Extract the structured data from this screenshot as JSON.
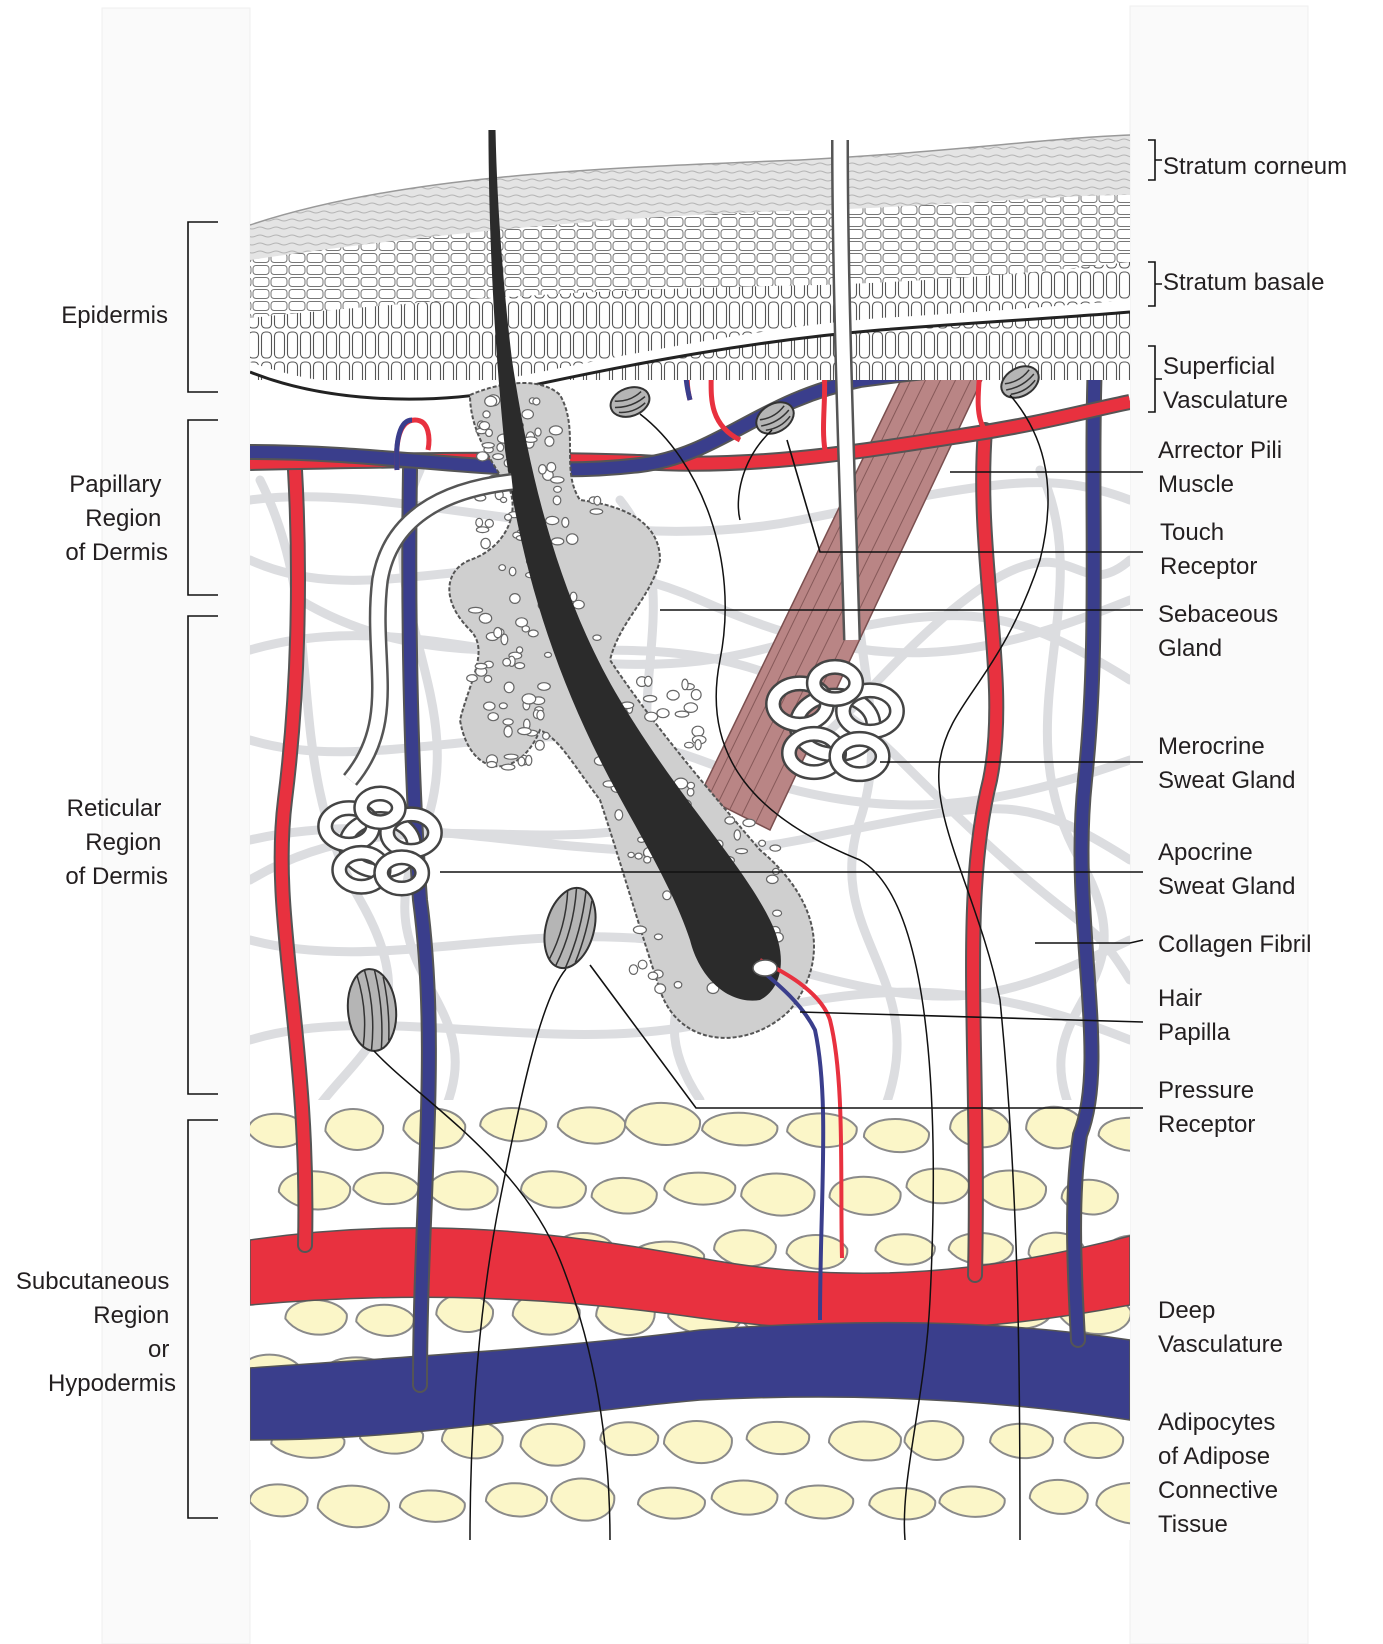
{
  "colors": {
    "artery": "#e8313f",
    "vein": "#3a3e8c",
    "fat": "#fbf6c8",
    "collagen": "#dcdde0",
    "muscle": "#b98585",
    "gland": "#cfcfcf",
    "hair": "#2b2b2b",
    "outline": "#4a4a4a"
  },
  "left_labels": {
    "epidermis": [
      "Epidermis"
    ],
    "papillary": [
      "Papillary",
      "Region",
      "of Dermis"
    ],
    "reticular": [
      "Reticular",
      "Region",
      "of Dermis"
    ],
    "subcutaneous": [
      "Subcutaneous",
      "Region",
      "or",
      "Hypodermis"
    ]
  },
  "right_labels": {
    "stratum_corneum": [
      "Stratum corneum"
    ],
    "stratum_basale": [
      "Stratum basale"
    ],
    "superficial_vasculature": [
      "Superficial",
      "Vasculature"
    ],
    "arrector_pili": [
      "Arrector Pili",
      "Muscle"
    ],
    "touch_receptor": [
      "Touch",
      "Receptor"
    ],
    "sebaceous_gland": [
      "Sebaceous",
      "Gland"
    ],
    "merocrine_gland": [
      "Merocrine",
      "Sweat Gland"
    ],
    "apocrine_gland": [
      "Apocrine",
      "Sweat Gland"
    ],
    "collagen_fibril": [
      "Collagen Fibril"
    ],
    "hair_papilla": [
      "Hair",
      "Papilla"
    ],
    "pressure_receptor": [
      "Pressure",
      "Receptor"
    ],
    "deep_vasculature": [
      "Deep",
      "Vasculature"
    ],
    "adipocytes": [
      "Adipocytes",
      "of Adipose",
      "Connective",
      "Tissue"
    ]
  }
}
